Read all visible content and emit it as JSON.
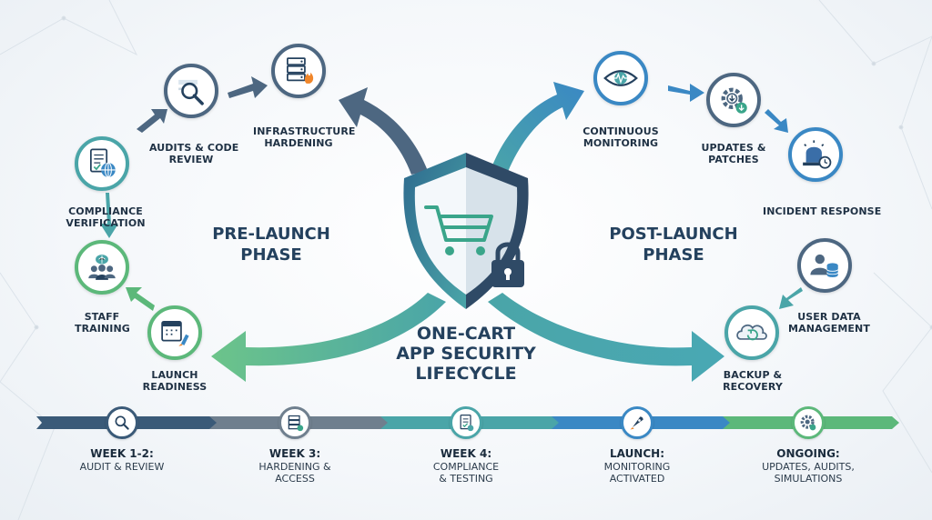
{
  "title_lines": [
    "ONE-CART",
    "APP SECURITY",
    "LIFECYCLE"
  ],
  "phases": {
    "pre": [
      "PRE-LAUNCH",
      "PHASE"
    ],
    "post": [
      "POST-LAUNCH",
      "PHASE"
    ]
  },
  "pre_steps": [
    {
      "label": [
        "INFRASTRUCTURE",
        "HARDENING"
      ],
      "icon": "server-flame-icon"
    },
    {
      "label": [
        "AUDITS & CODE",
        "REVIEW"
      ],
      "icon": "magnifier-icon"
    },
    {
      "label": [
        "COMPLIANCE",
        "VERIFICATION"
      ],
      "icon": "document-globe-icon"
    },
    {
      "label": [
        "STAFF",
        "TRAINING"
      ],
      "icon": "team-brain-icon"
    },
    {
      "label": [
        "LAUNCH",
        "READINESS"
      ],
      "icon": "calendar-rocket-icon"
    }
  ],
  "post_steps": [
    {
      "label": [
        "CONTINUOUS",
        "MONITORING"
      ],
      "icon": "eye-icon"
    },
    {
      "label": [
        "UPDATES &",
        "PATCHES"
      ],
      "icon": "gear-download-icon"
    },
    {
      "label": [
        "INCIDENT RESPONSE"
      ],
      "icon": "siren-clock-icon"
    },
    {
      "label": [
        "USER DATA",
        "MANAGEMENT"
      ],
      "icon": "user-database-icon"
    },
    {
      "label": [
        "BACKUP &",
        "RECOVERY"
      ],
      "icon": "cloud-restore-icon"
    }
  ],
  "timeline": [
    {
      "head": "WEEK 1-2:",
      "sub": [
        "AUDIT & REVIEW"
      ],
      "icon": "magnifier-icon",
      "color": "#3a5a78"
    },
    {
      "head": "WEEK 3:",
      "sub": [
        "HARDENING &",
        "ACCESS"
      ],
      "icon": "server-icon",
      "color": "#6f7f8e"
    },
    {
      "head": "WEEK 4:",
      "sub": [
        "COMPLIANCE",
        "& TESTING"
      ],
      "icon": "checklist-icon",
      "color": "#4aa5a8"
    },
    {
      "head": "LAUNCH:",
      "sub": [
        "MONITORING",
        "ACTIVATED"
      ],
      "icon": "rocket-icon",
      "color": "#3a88c4"
    },
    {
      "head": "ONGOING:",
      "sub": [
        "UPDATES, AUDITS,",
        "SIMULATIONS"
      ],
      "icon": "gear-icon",
      "color": "#5cb87a"
    }
  ],
  "colors": {
    "navy": "#24415e",
    "slate": "#4d6781",
    "teal": "#4aa5a8",
    "blue": "#3a88c4",
    "green": "#5cb87a",
    "shield_dark": "#2f4a66"
  }
}
